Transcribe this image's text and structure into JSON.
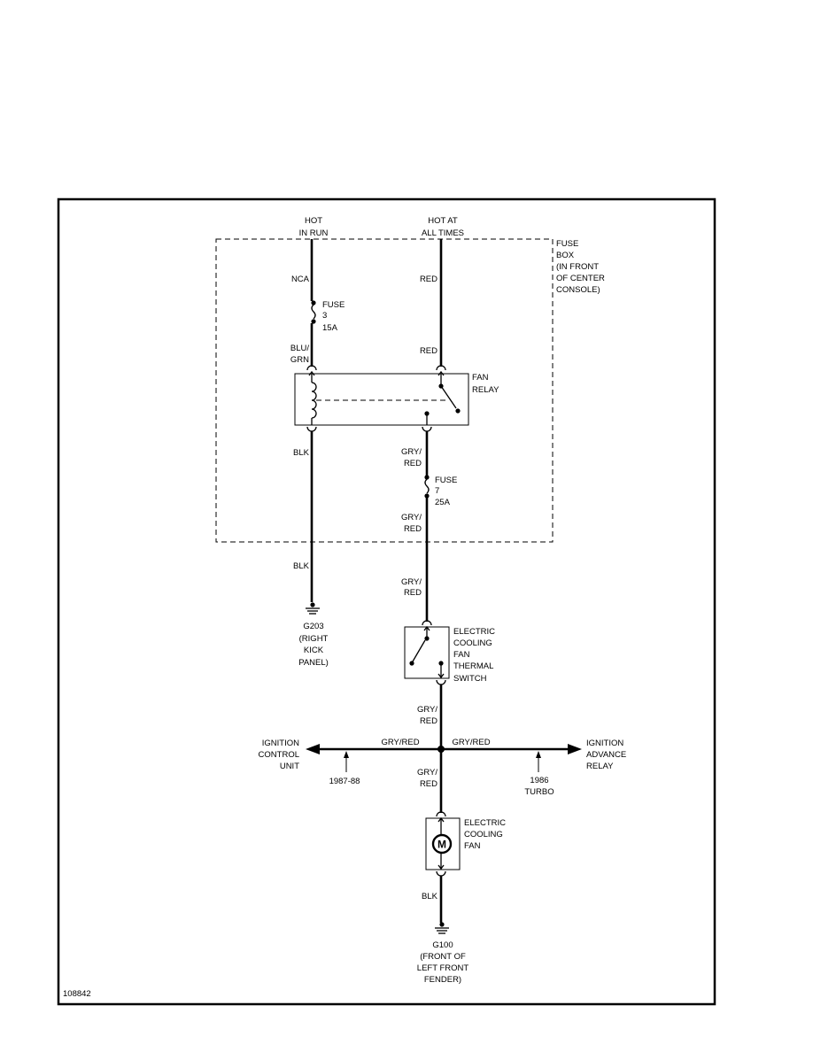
{
  "diagram": {
    "figure_number": "108842",
    "sources": {
      "hot_in_run": [
        "HOT",
        "IN RUN"
      ],
      "hot_at_all_times": [
        "HOT AT",
        "ALL TIMES"
      ]
    },
    "fuse_box": [
      "FUSE",
      "BOX",
      "(IN FRONT",
      "OF CENTER",
      "CONSOLE)"
    ],
    "fuse3": [
      "FUSE",
      "3",
      "15A"
    ],
    "fuse7": [
      "FUSE",
      "7",
      "25A"
    ],
    "fan_relay": [
      "FAN",
      "RELAY"
    ],
    "thermal_switch": [
      "ELECTRIC",
      "COOLING",
      "FAN",
      "THERMAL",
      "SWITCH"
    ],
    "cooling_fan": [
      "ELECTRIC",
      "COOLING",
      "FAN"
    ],
    "motor_symbol": "M",
    "ground_g203": [
      "G203",
      "(RIGHT",
      "KICK",
      "PANEL)"
    ],
    "ground_g100": [
      "G100",
      "(FRONT OF",
      "LEFT FRONT",
      "FENDER)"
    ],
    "ignition_control_unit": [
      "IGNITION",
      "CONTROL",
      "UNIT"
    ],
    "ignition_advance_relay": [
      "IGNITION",
      "ADVANCE",
      "RELAY"
    ],
    "note_1987_88": "1987-88",
    "note_1986_turbo": [
      "1986",
      "TURBO"
    ],
    "wires": {
      "nca": "NCA",
      "blu_grn": [
        "BLU/",
        "GRN"
      ],
      "red_top": "RED",
      "red_mid": "RED",
      "blk_relay": "BLK",
      "blk_ground": "BLK",
      "gry_red_1": [
        "GRY/",
        "RED"
      ],
      "gry_red_2": [
        "GRY/",
        "RED"
      ],
      "gry_red_3": [
        "GRY/",
        "RED"
      ],
      "gry_red_4": [
        "GRY/",
        "RED"
      ],
      "gry_red_5": [
        "GRY/",
        "RED"
      ],
      "gry_red_left": "GRY/RED",
      "gry_red_right": "GRY/RED",
      "blk_fan": "BLK"
    }
  }
}
